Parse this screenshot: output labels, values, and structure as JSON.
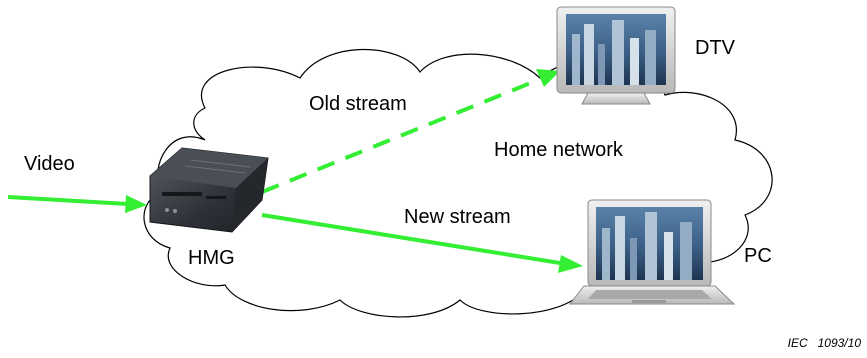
{
  "labels": {
    "video": "Video",
    "hmg": "HMG",
    "old_stream": "Old stream",
    "new_stream": "New stream",
    "home_network": "Home network",
    "dtv": "DTV",
    "pc": "PC"
  },
  "figure_id": "IEC   1093/10",
  "colors": {
    "stream": "#33ee33",
    "cloud_stroke": "#000000",
    "background": "#ffffff"
  },
  "icons": [
    "set-top-box-icon",
    "television-icon",
    "laptop-icon"
  ]
}
